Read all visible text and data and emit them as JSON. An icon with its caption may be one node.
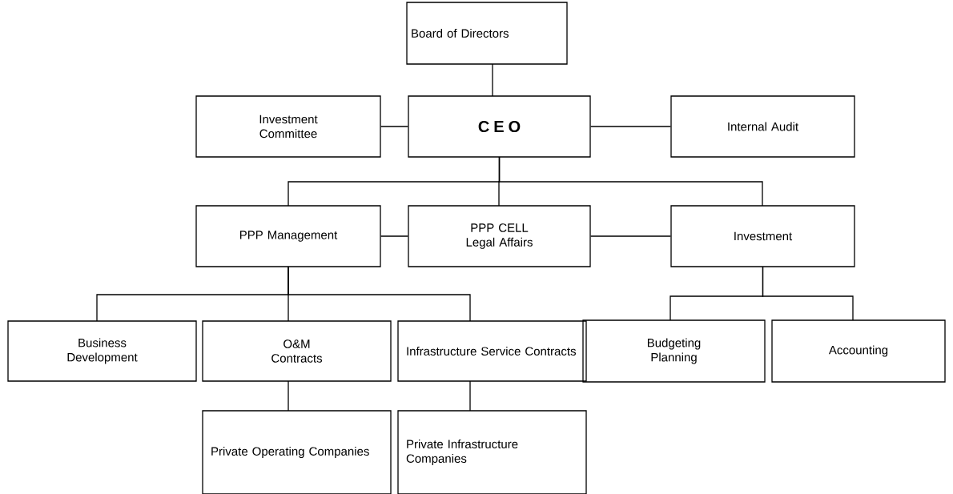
{
  "diagram": {
    "nodes": [
      {
        "text": [
          "Board of Directors"
        ]
      },
      {
        "text": [
          "Investment Committee"
        ]
      },
      {
        "text": [
          "C E O"
        ]
      },
      {
        "text": [
          "Internal Audit"
        ]
      },
      {
        "text": [
          "PPP Management"
        ]
      },
      {
        "text": [
          "PPP CELL Legal Affairs"
        ]
      },
      {
        "text": [
          "Investment"
        ]
      },
      {
        "text": [
          "Business Development"
        ]
      },
      {
        "text": [
          "O&M Contracts"
        ]
      },
      {
        "text": [
          "Infrastructure Service Contracts"
        ]
      },
      {
        "text": [
          "Budgeting Planning"
        ]
      },
      {
        "text": [
          "Accounting"
        ]
      },
      {
        "text": [
          "Private Operating Companies"
        ]
      },
      {
        "text": [
          "Private Infrastructure Companies"
        ]
      }
    ],
    "edges": [
      {
        "from": 0,
        "to": 2,
        "arrow": "none"
      },
      {
        "from": 2,
        "to": 1,
        "arrow": "none"
      },
      {
        "from": 2,
        "to": 3,
        "arrow": "none"
      },
      {
        "from": 2,
        "to": 4,
        "arrow": "none"
      },
      {
        "from": 2,
        "to": 5,
        "arrow": "none"
      },
      {
        "from": 2,
        "to": 6,
        "arrow": "none"
      },
      {
        "from": 4,
        "to": 5,
        "arrow": "none"
      },
      {
        "from": 5,
        "to": 6,
        "arrow": "none"
      },
      {
        "from": 4,
        "to": 7,
        "arrow": "none"
      },
      {
        "from": 4,
        "to": 8,
        "arrow": "none"
      },
      {
        "from": 4,
        "to": 9,
        "arrow": "none"
      },
      {
        "from": 6,
        "to": 10,
        "arrow": "none"
      },
      {
        "from": 6,
        "to": 11,
        "arrow": "none"
      },
      {
        "from": 8,
        "to": 12,
        "arrow": "none"
      },
      {
        "from": 9,
        "to": 13,
        "arrow": "none"
      }
    ]
  }
}
